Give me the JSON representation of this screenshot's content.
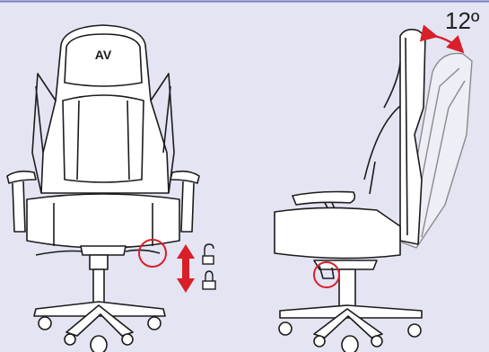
{
  "logo": {
    "text": "AV"
  },
  "tilt": {
    "label": "12º",
    "degrees": 12
  },
  "colors": {
    "background": "#e4e4f3",
    "line": "#1c1c1c",
    "highlight": "#d81f2a",
    "ghost": "#8a8a8a"
  },
  "icons": {
    "height_adjust": "double-arrow-vertical-icon",
    "unlock": "unlocked-padlock-icon",
    "lock": "locked-padlock-icon"
  }
}
